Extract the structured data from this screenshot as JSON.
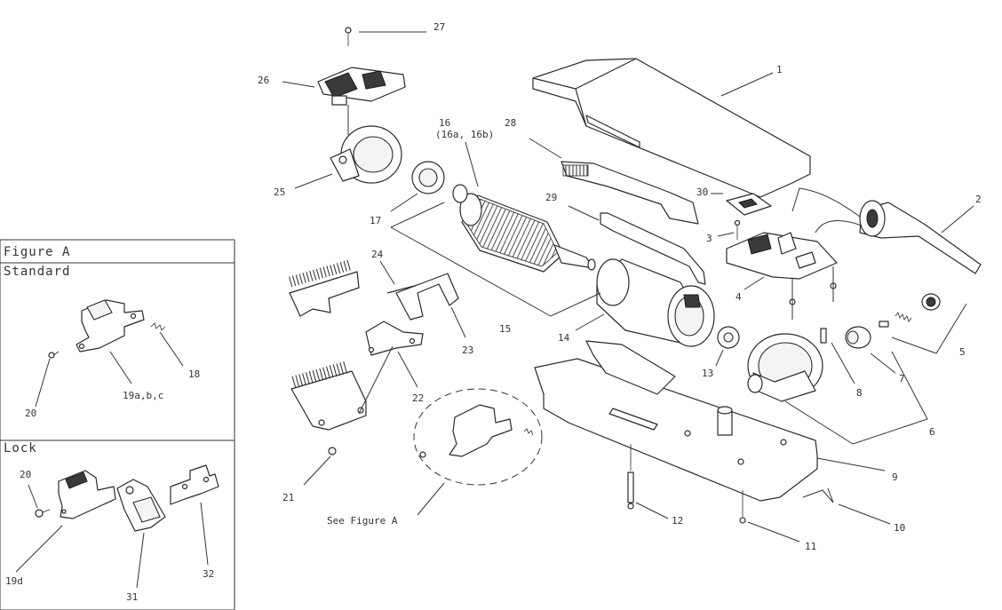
{
  "figure_box": {
    "title": "Figure A",
    "standard_label": "Standard",
    "lock_label": "Lock"
  },
  "callouts": {
    "n1": "1",
    "n2": "2",
    "n3": "3",
    "n4": "4",
    "n5": "5",
    "n6": "6",
    "n7": "7",
    "n8": "8",
    "n9": "9",
    "n10": "10",
    "n11": "11",
    "n12": "12",
    "n13": "13",
    "n14": "14",
    "n15": "15",
    "n16": "16",
    "n16_sub": "(16a, 16b)",
    "n17": "17",
    "n18": "18",
    "n19abc": "19a,b,c",
    "n19d": "19d",
    "n20_std": "20",
    "n20_lock": "20",
    "n21": "21",
    "n22": "22",
    "n23": "23",
    "n24": "24",
    "n25": "25",
    "n26": "26",
    "n27": "27",
    "n28": "28",
    "n29": "29",
    "n30": "30",
    "n31": "31",
    "n32": "32"
  },
  "see_figure": "See Figure A"
}
